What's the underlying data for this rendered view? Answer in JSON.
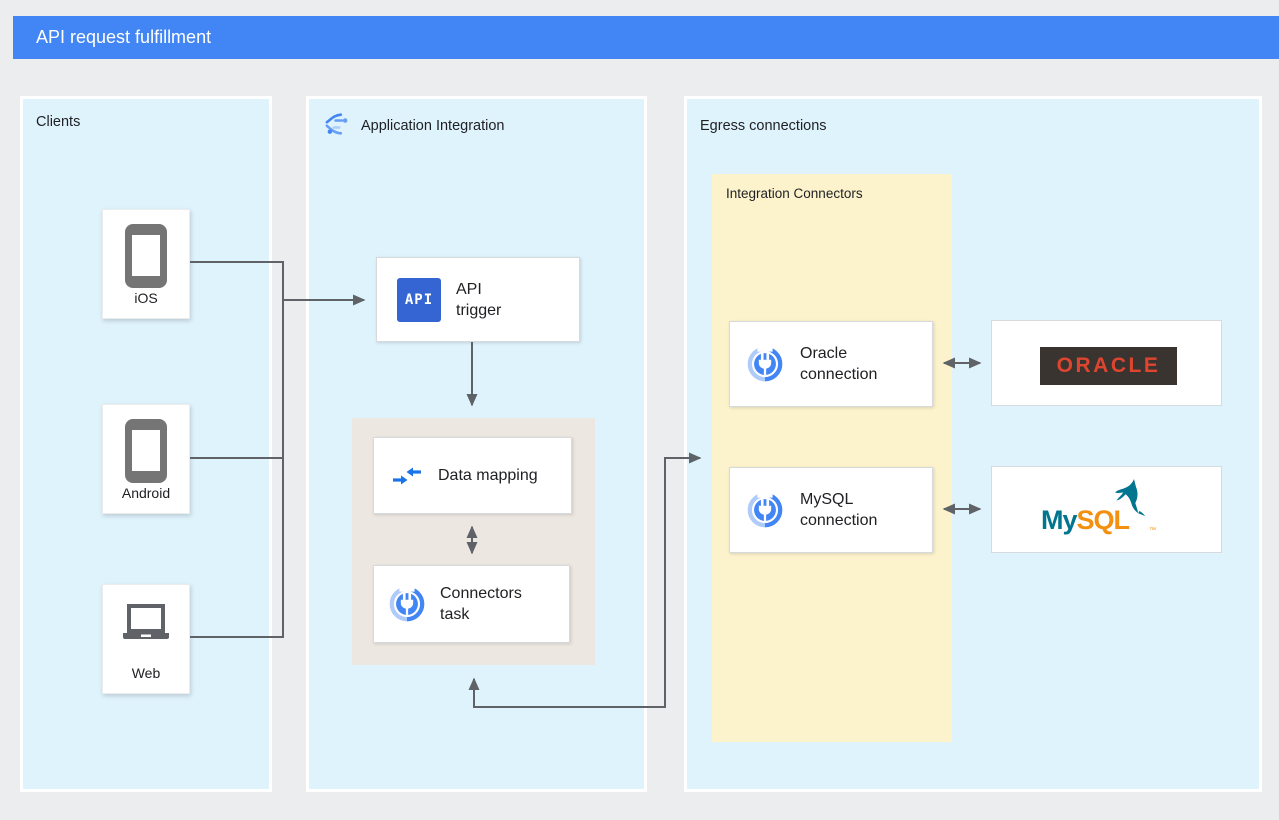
{
  "title": "API request fulfillment",
  "colors": {
    "header_bg": "#4285F4",
    "canvas_bg": "#EBEDEE",
    "panel_bg": "#DFF3FD",
    "connectors_group_bg": "#FCF3CC",
    "task_group_bg": "#EDE7E2",
    "connector_line": "#5F6368",
    "api_icon_bg": "#3465D2",
    "oracle_red": "#DE452F",
    "oracle_badge_bg": "#393430",
    "mysql_teal": "#00758F",
    "mysql_orange": "#F29111"
  },
  "clients_panel": {
    "label": "Clients",
    "devices": [
      {
        "label": "iOS",
        "icon": "smartphone-icon"
      },
      {
        "label": "Android",
        "icon": "smartphone-icon"
      },
      {
        "label": "Web",
        "icon": "laptop-icon"
      }
    ]
  },
  "integration_panel": {
    "label": "Application Integration",
    "api_trigger": {
      "icon_label": "API",
      "label_line1": "API",
      "label_line2": "trigger"
    },
    "data_mapping": {
      "label": "Data mapping"
    },
    "connectors_task": {
      "label_line1": "Connectors",
      "label_line2": "task"
    }
  },
  "egress_panel": {
    "label": "Egress connections",
    "integration_connectors": {
      "label": "Integration Connectors",
      "oracle_connection": {
        "label_line1": "Oracle",
        "label_line2": "connection"
      },
      "mysql_connection": {
        "label_line1": "MySQL",
        "label_line2": "connection"
      }
    },
    "oracle_logo": {
      "text": "ORACLE"
    },
    "mysql_logo": {
      "text_my": "My",
      "text_sql": "SQL",
      "trademark": "™"
    }
  }
}
